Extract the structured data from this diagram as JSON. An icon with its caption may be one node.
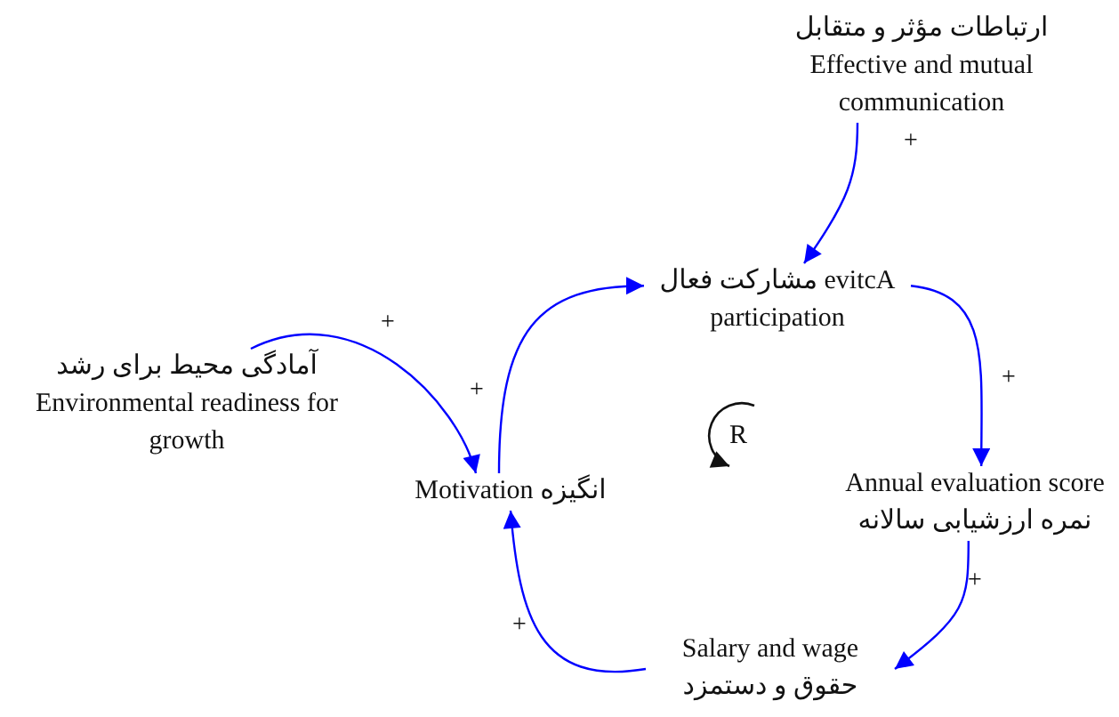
{
  "diagram": {
    "nodes": [
      {
        "text": [
          "ارتباطات مؤثر و متقابل",
          "Effective and mutual communication"
        ]
      },
      {
        "text": [
          "مشارکت فعال evitcA participation"
        ]
      },
      {
        "text": [
          "Annual evaluation score",
          "نمره ارزشیابی سالانه"
        ]
      },
      {
        "text": [
          "Salary and wage",
          "حقوق و دستمزد"
        ]
      },
      {
        "text": [
          "Motivation انگیزه"
        ]
      },
      {
        "text": [
          "آمادگی محیط برای رشد",
          "Environmental readiness for growth"
        ]
      }
    ],
    "edges": [
      {
        "from": 0,
        "to": 1,
        "arrow": "to",
        "label": "+"
      },
      {
        "from": 1,
        "to": 2,
        "arrow": "to",
        "label": "+"
      },
      {
        "from": 2,
        "to": 3,
        "arrow": "to",
        "label": "+"
      },
      {
        "from": 3,
        "to": 4,
        "arrow": "to",
        "label": "+"
      },
      {
        "from": 4,
        "to": 1,
        "arrow": "to"
      },
      {
        "from": 5,
        "to": 4,
        "arrow": "to",
        "label": "+"
      }
    ],
    "labels": [
      "+",
      "R"
    ]
  }
}
